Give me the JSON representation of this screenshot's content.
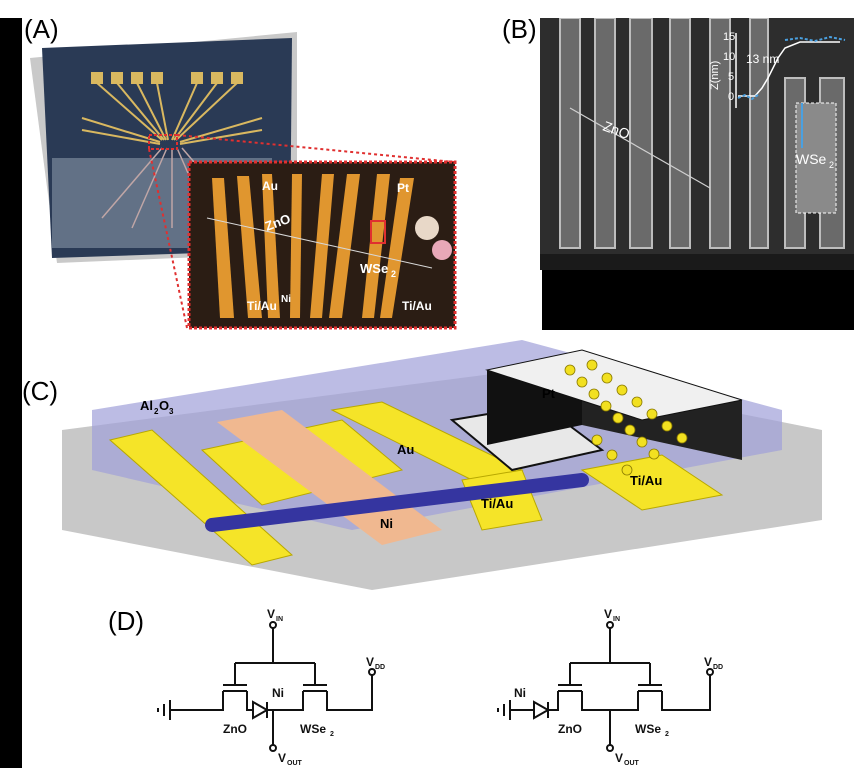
{
  "panels": {
    "a": {
      "label": "(A)",
      "inset_labels": {
        "au": "Au",
        "pt": "Pt",
        "zno": "ZnO",
        "wse2": "WSe",
        "wse2_sub": "2",
        "ti_au_left": "Ti/Au",
        "ni": "Ni",
        "ti_au_right": "Ti/Au"
      }
    },
    "b": {
      "label": "(B)",
      "zno": "ZnO",
      "wse2": "WSe",
      "wse2_sub": "2",
      "height_value": "13 nm",
      "axis_label": "Z(nm)",
      "ticks": [
        "15",
        "10",
        "5",
        "0"
      ]
    },
    "c": {
      "label": "(C)",
      "al2o3": "Al",
      "al2o3_sub1": "2",
      "al2o3_mid": "O",
      "al2o3_sub2": "3",
      "pt": "Pt",
      "au": "Au",
      "ni": "Ni",
      "ti_au_mid": "Ti/Au",
      "ti_au_right": "Ti/Au"
    },
    "d": {
      "label": "(D)",
      "left": {
        "vin": "V",
        "vin_sub": "IN",
        "vdd": "V",
        "vdd_sub": "DD",
        "vout": "V",
        "vout_sub": "OUT",
        "ni": "Ni",
        "zno": "ZnO",
        "wse2": "WSe",
        "wse2_sub": "2"
      },
      "right": {
        "vin": "V",
        "vin_sub": "IN",
        "vdd": "V",
        "vdd_sub": "DD",
        "vout": "V",
        "vout_sub": "OUT",
        "ni": "Ni",
        "zno": "ZnO",
        "wse2": "WSe",
        "wse2_sub": "2"
      }
    }
  }
}
